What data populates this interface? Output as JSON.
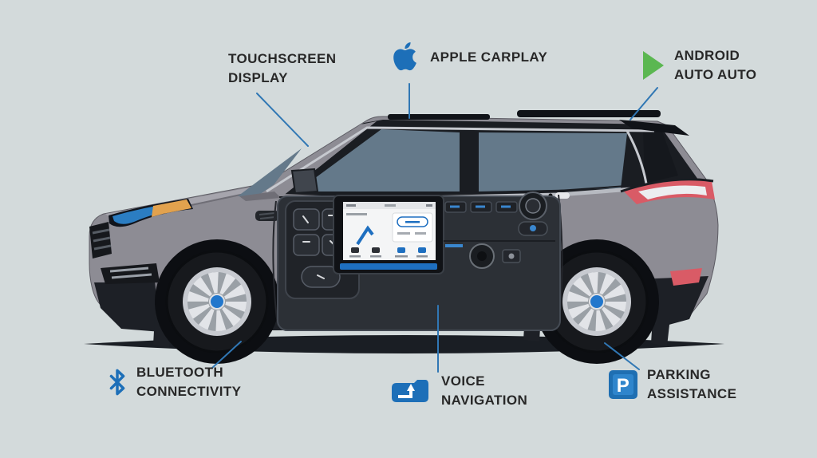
{
  "scene": {
    "background_color": "#d3dadb",
    "accent_blue": "#3077b4",
    "label_text_color": "#282828",
    "shadow_color": "#1a1e24"
  },
  "features": {
    "touchscreen": {
      "line1": "TOUCHSCREEN",
      "line2": "DISPLAY"
    },
    "carplay": {
      "line1": "APPLE CARPLAY",
      "icon": "apple-icon",
      "icon_color": "#1d6fb8"
    },
    "android": {
      "line1": "ANDROID",
      "line2": "AUTO AUTO",
      "icon": "play-triangle-icon",
      "icon_color": "#5bb751"
    },
    "bluetooth": {
      "line1": "BLUETOOTH",
      "line2": "CONNECTIVITY",
      "icon": "bluetooth-icon",
      "icon_color": "#1d6fb8"
    },
    "voice": {
      "line1": "VOICE",
      "line2": "NAVIGATION",
      "icon": "voice-chat-arrow-icon",
      "icon_color": "#1d6fb8"
    },
    "parking": {
      "line1": "PARKING",
      "line2": "ASSISTANCE",
      "icon": "parking-p-icon",
      "icon_color": "#1f6fb2",
      "letter": "P"
    }
  },
  "car": {
    "body_color": "#8d8c94",
    "lower_body_color": "#75747c",
    "trim_black": "#1d2026",
    "window_color": "#64798a",
    "quarter_window_color": "#15181d",
    "wheel_hub_color": "#2277cc",
    "infotainment_strip_color": "#1e6fc0",
    "headlight_blue": "#2b7dc2",
    "headlight_amber": "#e2a24e",
    "taillight_red": "#d95b66"
  }
}
